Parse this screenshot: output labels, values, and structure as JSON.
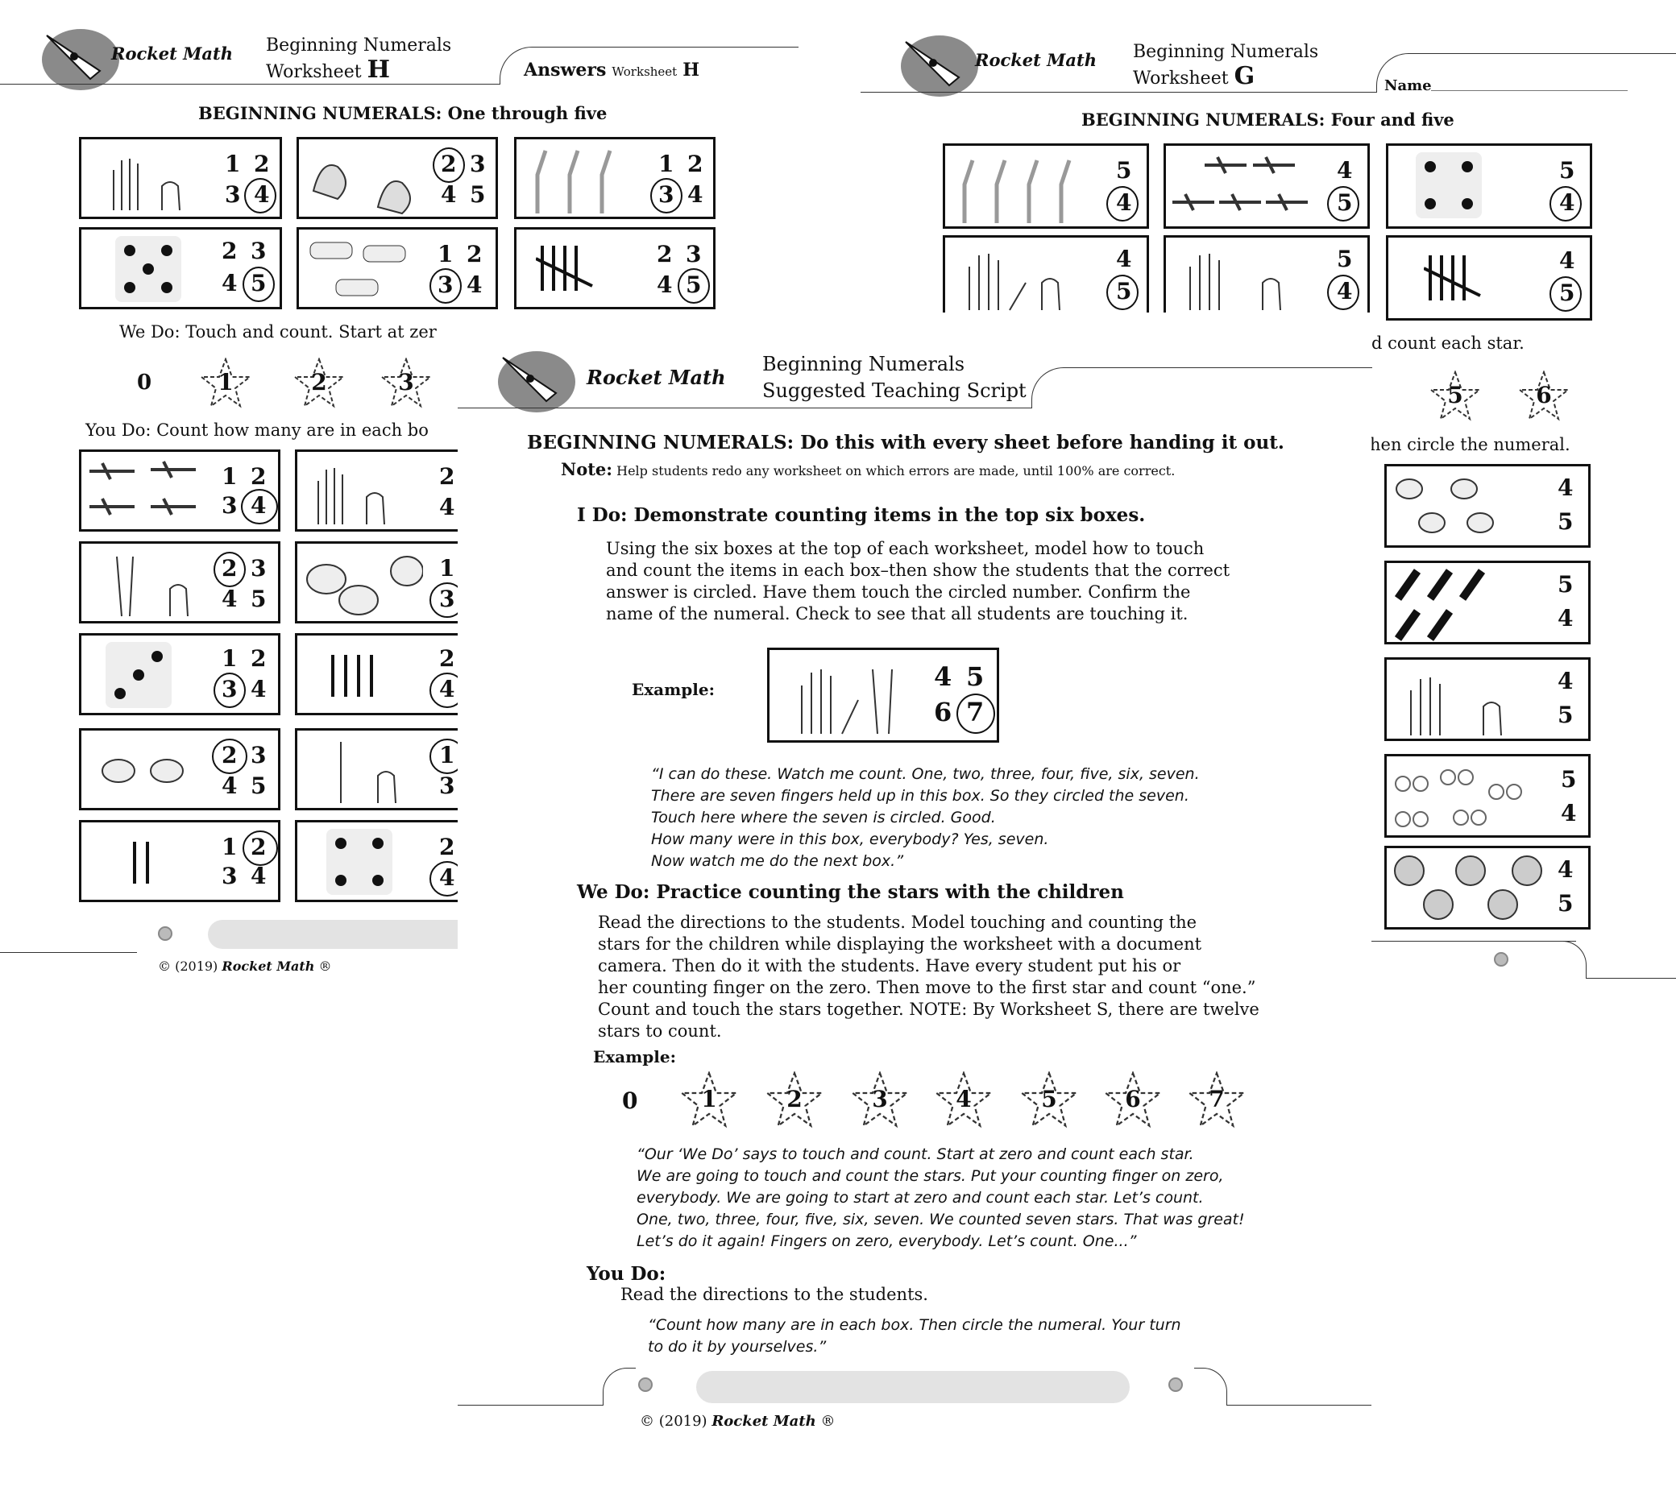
{
  "brand": "Rocket Math",
  "left_sheet": {
    "header_line1": "Beginning Numerals",
    "header_line2_prefix": "Worksheet",
    "header_letter": "H",
    "answers_label": "Answers",
    "answers_small": "Worksheet",
    "answers_letter": "H",
    "title": "BEGINNING NUMERALS: One through five",
    "top_boxes": [
      {
        "picture": "hand-fingers",
        "nums": [
          "1",
          "2",
          "3",
          "4"
        ],
        "circled": "4"
      },
      {
        "picture": "cats",
        "nums": [
          "2",
          "3",
          "4",
          "5"
        ],
        "circled": "2"
      },
      {
        "picture": "giraffes",
        "nums": [
          "1",
          "2",
          "3",
          "4"
        ],
        "circled": "3"
      },
      {
        "picture": "die-five",
        "nums": [
          "2",
          "3",
          "4",
          "5"
        ],
        "circled": "5"
      },
      {
        "picture": "cars",
        "nums": [
          "1",
          "2",
          "3",
          "4"
        ],
        "circled": "3"
      },
      {
        "picture": "tally-five",
        "nums": [
          "2",
          "3",
          "4",
          "5"
        ],
        "circled": "5"
      }
    ],
    "we_do": "We Do: Touch and count. Start at zer",
    "stars_start": "0",
    "stars": [
      "1",
      "2",
      "3"
    ],
    "you_do": "You Do: Count how many are in each bo",
    "bottom_left_boxes": [
      {
        "picture": "airplanes",
        "nums": [
          "1",
          "2",
          "3",
          "4"
        ],
        "circled": "4"
      },
      {
        "picture": "hand-two-fingers",
        "nums": [
          "2",
          "3",
          "4",
          "5"
        ],
        "circled": "2"
      },
      {
        "picture": "die-three",
        "nums": [
          "1",
          "2",
          "3",
          "4"
        ],
        "circled": "3"
      },
      {
        "picture": "fish",
        "nums": [
          "2",
          "3",
          "4",
          "5"
        ],
        "circled": "2"
      },
      {
        "picture": "tally-two",
        "nums": [
          "1",
          "2",
          "3",
          "4"
        ],
        "circled": "2"
      }
    ],
    "bottom_right_boxes": [
      {
        "picture": "hand",
        "nums": [
          "2",
          "4"
        ]
      },
      {
        "picture": "cats",
        "nums": [
          "1",
          "3"
        ],
        "circled": "3"
      },
      {
        "picture": "tally-four",
        "nums": [
          "2",
          "4"
        ],
        "circled": "4"
      },
      {
        "picture": "hand-one-finger",
        "nums": [
          "1",
          "3"
        ],
        "circled": "1"
      },
      {
        "picture": "die-four",
        "nums": [
          "2",
          "4"
        ],
        "circled": "4"
      }
    ],
    "copyright": "© (2019)",
    "copyright_brand": "Rocket Math",
    "copyright_mark": "®"
  },
  "right_sheet": {
    "header_line1": "Beginning Numerals",
    "header_line2_prefix": "Worksheet",
    "header_letter": "G",
    "name_label": "Name",
    "title": "BEGINNING NUMERALS: Four and five",
    "top_boxes": [
      {
        "picture": "giraffes",
        "nums": [
          "5",
          "4"
        ],
        "circled": "4"
      },
      {
        "picture": "airplanes",
        "nums": [
          "4",
          "5"
        ],
        "circled": "5"
      },
      {
        "picture": "die-four",
        "nums": [
          "5",
          "4"
        ],
        "circled": "4"
      },
      {
        "picture": "hand",
        "nums": [
          "4",
          "5"
        ],
        "circled": "5"
      },
      {
        "picture": "hand",
        "nums": [
          "5",
          "4"
        ],
        "circled": "4"
      },
      {
        "picture": "tally-four",
        "nums": [
          "4",
          "5"
        ],
        "circled": "5"
      }
    ],
    "we_do_fragment": "d count each star.",
    "stars": [
      "5",
      "6"
    ],
    "you_do_fragment": "hen circle the numeral.",
    "bottom_boxes": [
      {
        "picture": "fish",
        "nums": [
          "4",
          "5"
        ]
      },
      {
        "picture": "pencils",
        "nums": [
          "5",
          "4"
        ]
      },
      {
        "picture": "hand",
        "nums": [
          "4",
          "5"
        ]
      },
      {
        "picture": "bicycles",
        "nums": [
          "5",
          "4"
        ]
      },
      {
        "picture": "trees",
        "nums": [
          "4",
          "5"
        ]
      }
    ]
  },
  "script_sheet": {
    "header_line1": "Beginning Numerals",
    "header_line2": "Suggested Teaching Script",
    "title": "BEGINNING NUMERALS: Do this with every sheet before handing it out.",
    "note_label": "Note:",
    "note_text": "Help students redo any worksheet on which errors are made, until 100% are correct.",
    "i_do_heading": "I Do: Demonstrate counting items in the top six boxes.",
    "i_do_paragraph": [
      "Using the six boxes at the top of each worksheet, model how to touch",
      "and count the items in each box–then show the students that the correct",
      "answer is circled.  Have them touch the circled number.  Confirm the",
      "name of the numeral. Check to see that all students are touching it."
    ],
    "example_label": "Example:",
    "example_box_nums": [
      "4",
      "5",
      "6",
      "7"
    ],
    "example_circled": "7",
    "i_do_quote": [
      "“I can do these. Watch me count. One, two, three, four, five, six, seven.",
      "There are seven fingers held up in this box.  So they circled the seven.",
      "Touch here where the seven is circled.  Good.",
      "How many were in this box, everybody?  Yes, seven.",
      "Now watch me do the next box.”"
    ],
    "we_do_heading": "We Do: Practice counting the stars with the children",
    "we_do_paragraph": [
      "Read the directions to the students. Model touching and counting the",
      "stars for the children while displaying the worksheet with a document",
      "camera.  Then do it with the students.  Have every student put his or",
      "her counting finger on the zero. Then move to the first star and count “one.”",
      "Count and touch the stars together.  NOTE: By Worksheet S, there are twelve",
      "stars to count."
    ],
    "example2_label": "Example:",
    "stars_start": "0",
    "stars": [
      "1",
      "2",
      "3",
      "4",
      "5",
      "6",
      "7"
    ],
    "we_do_quote": [
      "“Our ‘We Do’ says to touch and count.  Start at zero and count each star.",
      "We are going to touch and count the stars. Put your counting finger on zero,",
      "everybody.  We are going to start at zero and count each star. Let’s count.",
      "One, two, three, four, five, six, seven.  We counted seven stars.  That was great!",
      "Let’s do it again! Fingers on zero, everybody. Let’s count.  One...”"
    ],
    "you_do_heading": "You Do:",
    "you_do_text": "Read the directions to the students.",
    "you_do_quote": [
      "“Count how many are in each box. Then circle the numeral.  Your turn",
      "to do it by yourselves.”"
    ],
    "copyright": "© (2019)",
    "copyright_brand": "Rocket Math",
    "copyright_mark": "®"
  }
}
